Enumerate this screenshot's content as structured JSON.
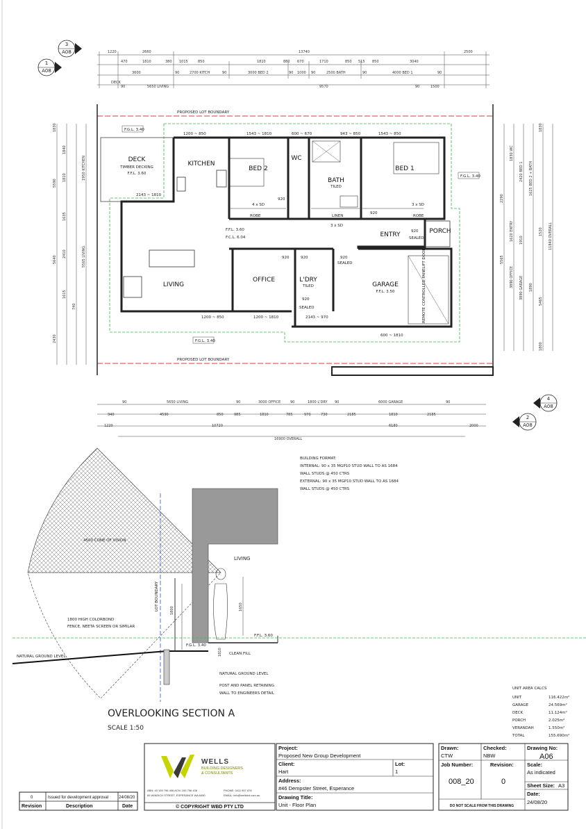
{
  "top_dims": {
    "row1": [
      "1220",
      "2660",
      "13740",
      "2500"
    ],
    "row2": [
      "470",
      "1810",
      "380",
      "1015",
      "850",
      "1810",
      "880",
      "670",
      "1710",
      "850",
      "515",
      "850",
      "3040"
    ],
    "row3": [
      "3600",
      "90",
      "2700 KITCH",
      "90",
      "3000 BED 2",
      "90",
      "1000",
      "90",
      "2500 BATH",
      "90",
      "4000 BED 1",
      "90"
    ],
    "row4": [
      "DECK",
      "90",
      "5650 LIVING",
      "9570",
      "90",
      "1500"
    ]
  },
  "section_markers": [
    {
      "num": "3",
      "ref": "A08"
    },
    {
      "num": "1",
      "ref": "A08"
    },
    {
      "num": "4",
      "ref": "A08"
    },
    {
      "num": "2",
      "ref": "A08"
    }
  ],
  "lot_boundary": "PROPOSED LOT BOUNDARY",
  "rooms": {
    "deck": {
      "name": "DECK",
      "sub1": "TIMBER DECKING",
      "sub2": "F.F.L. 3.60"
    },
    "kitchen": "KITCHEN",
    "bed2": "BED 2",
    "wc": "WC",
    "bath": {
      "name": "BATH",
      "sub": "TILED"
    },
    "bed1": "BED 1",
    "entry": "ENTRY",
    "porch": "PORCH",
    "living": "LIVING",
    "office": "OFFICE",
    "ldry": {
      "name": "L'DRY",
      "sub": "TILED"
    },
    "garage": {
      "name": "GARAGE",
      "sub": "F.F.L. 3.50"
    }
  },
  "plan_labels": {
    "fgl1": "F.G.L. 3.40",
    "fgl2": "F.G.L. 3.40",
    "fgl3": "F.G.L. 3.40",
    "ffl": "F.F.L. 3.60",
    "fcl": "F.C.L. 6.04",
    "robe1": "ROBE",
    "robe2": "ROBE",
    "linen": "LINEN",
    "sd1": "4 x SD",
    "sd2": "3 x SD",
    "sd3": "3 x SD",
    "sealed1": "SEALED",
    "sealed2": "SEALED",
    "sealed3": "SEALED",
    "garage_door": "REMOTE CONTROLLED PANELIFT DOOR",
    "d920": "920",
    "w1200_850": "1200 ~ 850",
    "w1543": "1543 ~ 1810",
    "w600": "600 ~ 670",
    "w943": "943 ~ 850",
    "w1543b": "1543 ~ 850",
    "w2143": "2143 ~ 1810",
    "w1200_1810": "1200 ~ 1810",
    "w600_1810": "600 ~ 1810",
    "w2143b": "2143 ~ 970"
  },
  "bottom_dims": {
    "row1": [
      "90",
      "5650 LIVING",
      "90",
      "3000 OFFICE",
      "90",
      "1800 L'DRY",
      "90",
      "6000 GARAGE",
      "90"
    ],
    "row2": [
      "940",
      "4590",
      "850",
      "985",
      "1810",
      "785",
      "970",
      "730",
      "2185",
      "1810",
      "2185"
    ],
    "row3": [
      "1220",
      "10720",
      "6180",
      "2000"
    ],
    "overall": "16900 OVERALL"
  },
  "left_dims": [
    "1830",
    "1840",
    "1810",
    "5590",
    "1950 KITCHEN",
    "1635",
    "2410",
    "5640",
    "5565 LIVING",
    "1615",
    "2430",
    "740"
  ],
  "right_dims": [
    "1830",
    "1830 WC",
    "2420 BED 1",
    "1625 BED 2 + BATH",
    "11840 OVERALL",
    "2290",
    "1520",
    "1620 ENTRY",
    "1910",
    "5565",
    "3890 OFFICE",
    "3890 GARAGE",
    "1890",
    "5465",
    "1800"
  ],
  "building_format": [
    "BUILDING FORMAT:",
    "INTERNAL: 90 x 35 MGP10 STUD WALL TO AS 1684",
    "WALL STUDS @ 450 CTRS",
    "EXTERNAL: 90 x 35 MGP10 STUD WALL TO AS 1684",
    "WALL STUDS @ 450 CTRS"
  ],
  "section": {
    "cone": "4500 CONE OF VISION",
    "living": "LIVING",
    "lot_boundary": "LOT BOUNDARY",
    "fence": [
      "1800 HIGH COLORBOND",
      "FENCE, NEETA SCREEN OR SIMILAR"
    ],
    "natural_ground": "NATURAL GROUND LEVEL",
    "natural_ground2": "NATURAL GROUND LEVEL",
    "fgl": "F.G.L. 3.40",
    "ffl": "F.F.L. 3.60",
    "clean_fill": "CLEAN FILL",
    "retaining": [
      "POST AND PANEL RETAINING",
      "WALL TO ENGINEERS DETAIL"
    ],
    "dim1800": "1800",
    "dim1650": "1650",
    "dim1810": "1810",
    "title": "OVERLOOKING SECTION A",
    "scale": "SCALE 1:50"
  },
  "area_calcs": {
    "title": "UNIT AREA CALCS",
    "rows": [
      {
        "label": "UNIT",
        "value": "116.422m²"
      },
      {
        "label": "GARAGE",
        "value": "24.569m²"
      },
      {
        "label": "DECK",
        "value": "11.124m²"
      },
      {
        "label": "PORCH",
        "value": "2.025m²"
      },
      {
        "label": "VERANDAH",
        "value": "1.550m²"
      },
      {
        "label": "TOTAL",
        "value": "155.690m²"
      }
    ]
  },
  "revision_table": {
    "row": {
      "rev": "0",
      "desc": "Issued for development approval",
      "date": "24/08/20"
    },
    "headers": [
      "Revision",
      "Description",
      "Date"
    ]
  },
  "company": {
    "name": "WELLS",
    "tagline1": "BUILDING DESIGNERS",
    "tagline2": "& CONSULTANTS",
    "abn": "ABN: 43 159 796 406  ACN: 159 796 406",
    "address": "65 WINDICH STREET, ESPERANCE WA 6450",
    "phone": "PHONE: 0411 957 876",
    "email": "EMAIL: info@wellsbd.com.au",
    "copyright": "© COPYRIGHT WBD PTY LTD",
    "logo_color1": "#c8d400",
    "logo_color2": "#3a3a3a"
  },
  "title_block": {
    "project_lbl": "Project:",
    "project": "Proposed New Group Development",
    "client_lbl": "Client:",
    "client": "Hart",
    "lot_lbl": "Lot:",
    "lot": "1",
    "address_lbl": "Address:",
    "address": "#46 Dempster Street, Esperance",
    "drawing_title_lbl": "Drawing Title:",
    "drawing_title": "Unit - Floor Plan",
    "drawn_lbl": "Drawn:",
    "drawn": "CTW",
    "checked_lbl": "Checked:",
    "checked": "NBW",
    "drawing_no_lbl": "Drawing No:",
    "drawing_no": "A06",
    "job_lbl": "Job Number:",
    "job": "008_20",
    "revision_lbl": "Revision:",
    "revision": "0",
    "scale_lbl": "Scale:",
    "scale": "As indicated",
    "sheet_lbl": "Sheet Size:",
    "sheet": "A3",
    "date_lbl": "Date:",
    "date": "24/08/20",
    "no_scale": "DO NOT SCALE FROM THIS DRAWING"
  }
}
